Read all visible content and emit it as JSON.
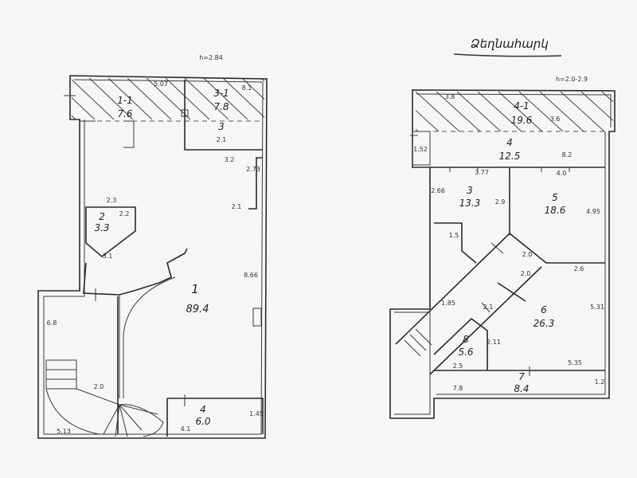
{
  "left_plan": {
    "height_note": "h=2.84",
    "rooms": [
      {
        "num": "1-1",
        "area": "7.6"
      },
      {
        "num": "3-1",
        "area": "7.8"
      },
      {
        "num": "3",
        "area": "2.1"
      },
      {
        "num": "2",
        "area": "3.3"
      },
      {
        "num": "1",
        "area": "89.4"
      },
      {
        "num": "4",
        "area": "6.0"
      }
    ],
    "dims": [
      "5.07",
      "8.1",
      "3.2",
      "2.73",
      "2.1",
      "2.3",
      "2.2",
      "3.1",
      "8.66",
      "6.8",
      "2.0",
      "1.45",
      "4.1",
      "5.13"
    ]
  },
  "right_plan": {
    "title": "Ձեղնահարկ",
    "height_note": "h=2.0-2.9",
    "rooms": [
      {
        "num": "4-1",
        "area": "19.6"
      },
      {
        "num": "4",
        "area": "12.5"
      },
      {
        "num": "3",
        "area": "13.3"
      },
      {
        "num": "5",
        "area": "18.6"
      },
      {
        "num": "6",
        "area": "26.3"
      },
      {
        "num": "8",
        "area": "5.6"
      },
      {
        "num": "7",
        "area": "8.4"
      }
    ],
    "dims": [
      "3.8",
      "3.6",
      "8.2",
      "3.77",
      "4.0",
      "2.66",
      "2.9",
      "4.95",
      "1.5",
      "2.0",
      "2.0",
      "2.6",
      "1.85",
      "2.1",
      "5.31",
      "2.11",
      "2.5",
      "5.35",
      "7.8",
      "1.2",
      "1.52"
    ]
  }
}
